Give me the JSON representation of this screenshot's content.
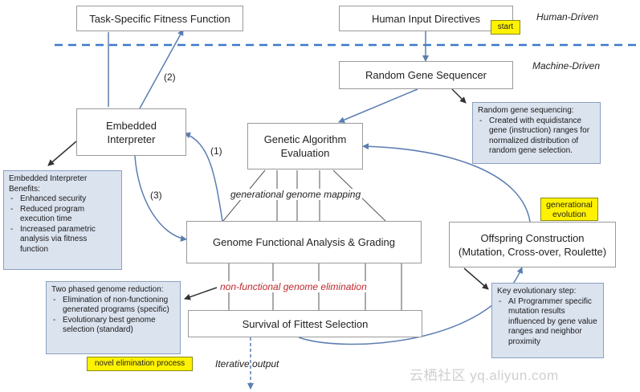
{
  "boxes": {
    "task_fitness": "Task-Specific Fitness Function",
    "human_input": "Human Input Directives",
    "random_gene": "Random Gene Sequencer",
    "embedded_interpreter": "Embedded Interpreter",
    "genetic_algorithm": "Genetic Algorithm Evaluation",
    "genome_analysis": "Genome Functional Analysis & Grading",
    "offspring_title": "Offspring Construction",
    "offspring_sub": "(Mutation, Cross-over, Roulette)",
    "survival": "Survival of Fittest Selection"
  },
  "labels": {
    "human_driven": "Human-Driven",
    "machine_driven": "Machine-Driven",
    "step1": "(1)",
    "step2": "(2)",
    "step3": "(3)",
    "genome_mapping": "generational genome mapping",
    "non_functional": "non-functional genome elimination",
    "iterative_output": "Iterative output"
  },
  "tags": {
    "start": "start",
    "generational_evolution": "generational evolution",
    "novel_elimination": "novel elimination process"
  },
  "notes": {
    "random_gene": {
      "title": "Random gene sequencing:",
      "items": [
        "Created with equidistance gene (instruction) ranges for normalized distribution of random gene selection."
      ]
    },
    "interpreter": {
      "title": "Embedded Interpreter Benefits:",
      "items": [
        "Enhanced security",
        "Reduced program execution time",
        "Increased parametric analysis via fitness function"
      ]
    },
    "reduction": {
      "title": "Two phased genome reduction:",
      "items": [
        "Elimination of non-functioning generated programs (specific)",
        "Evolutionary best genome selection (standard)"
      ]
    },
    "evolutionary": {
      "title": "Key evolutionary step:",
      "items": [
        "AI Programmer specific mutation results influenced by gene value ranges and neighbor proximity"
      ]
    }
  },
  "watermark": "云栖社区 yq.aliyun.com",
  "colors": {
    "arrow": "#5b7db1",
    "dashed_divider": "#3c78c8",
    "note_fill": "#dbe3ef",
    "tag_fill": "#fff200",
    "elimination_text": "#c0282d"
  }
}
